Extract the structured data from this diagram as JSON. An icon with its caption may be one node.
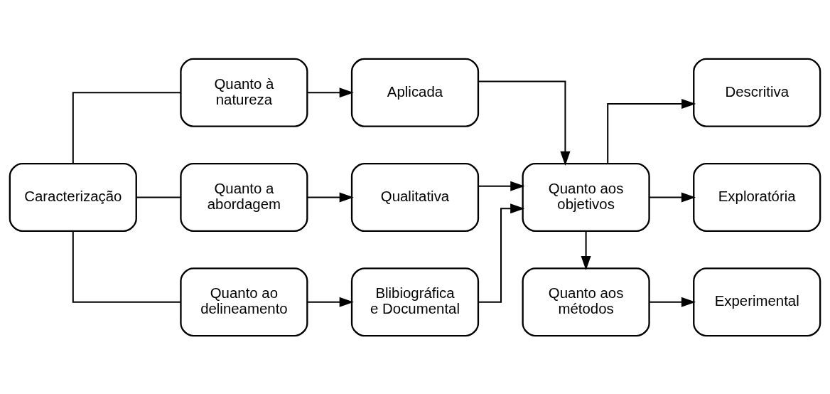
{
  "diagram": {
    "nodes": [
      {
        "text": [
          "Caracterização"
        ]
      },
      {
        "text": [
          "Quanto à natureza"
        ]
      },
      {
        "text": [
          "Quanto a abordagem"
        ]
      },
      {
        "text": [
          "Quanto ao delineamento"
        ]
      },
      {
        "text": [
          "Aplicada"
        ]
      },
      {
        "text": [
          "Qualitativa"
        ]
      },
      {
        "text": [
          "Blibiográfica e Documental"
        ]
      },
      {
        "text": [
          "Quanto aos objetivos"
        ]
      },
      {
        "text": [
          "Descritiva"
        ]
      },
      {
        "text": [
          "Exploratória"
        ]
      },
      {
        "text": [
          "Quanto aos métodos"
        ]
      },
      {
        "text": [
          "Experimental"
        ]
      }
    ],
    "edges": [
      {
        "from": 0,
        "to": 1,
        "arrow": "none"
      },
      {
        "from": 0,
        "to": 2,
        "arrow": "none"
      },
      {
        "from": 0,
        "to": 3,
        "arrow": "none"
      },
      {
        "from": 1,
        "to": 4,
        "arrow": "to"
      },
      {
        "from": 2,
        "to": 5,
        "arrow": "to"
      },
      {
        "from": 3,
        "to": 6,
        "arrow": "to"
      },
      {
        "from": 4,
        "to": 7,
        "arrow": "to"
      },
      {
        "from": 5,
        "to": 7,
        "arrow": "to"
      },
      {
        "from": 6,
        "to": 7,
        "arrow": "to"
      },
      {
        "from": 7,
        "to": 8,
        "arrow": "to"
      },
      {
        "from": 7,
        "to": 9,
        "arrow": "to"
      },
      {
        "from": 7,
        "to": 10,
        "arrow": "to"
      },
      {
        "from": 10,
        "to": 11,
        "arrow": "to"
      }
    ]
  }
}
